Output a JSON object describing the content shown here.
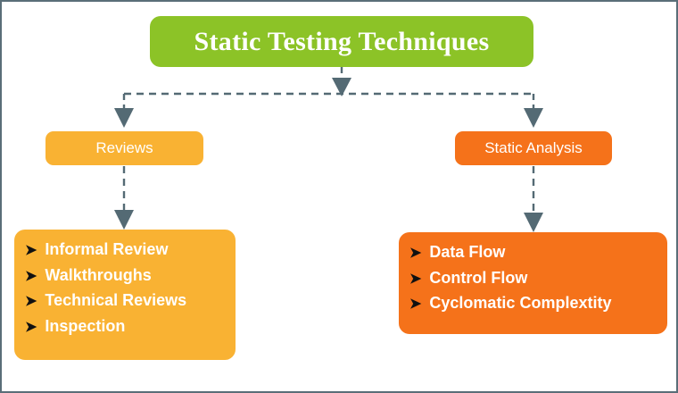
{
  "diagram": {
    "title": "Static Testing Techniques",
    "root": {
      "label": "Static Testing Techniques",
      "color": "#8cc327"
    },
    "branches": [
      {
        "label": "Reviews",
        "color": "#f9b233",
        "items": [
          "Informal Review",
          "Walkthroughs",
          "Technical Reviews",
          "Inspection"
        ]
      },
      {
        "label": "Static Analysis",
        "color": "#f5721a",
        "items": [
          "Data Flow",
          "Control Flow",
          "Cyclomatic Complextity"
        ]
      }
    ],
    "bullet_glyph": "➤",
    "connector_color": "#546a74",
    "border_color": "#5a6e78",
    "background_color": "#ffffff"
  }
}
